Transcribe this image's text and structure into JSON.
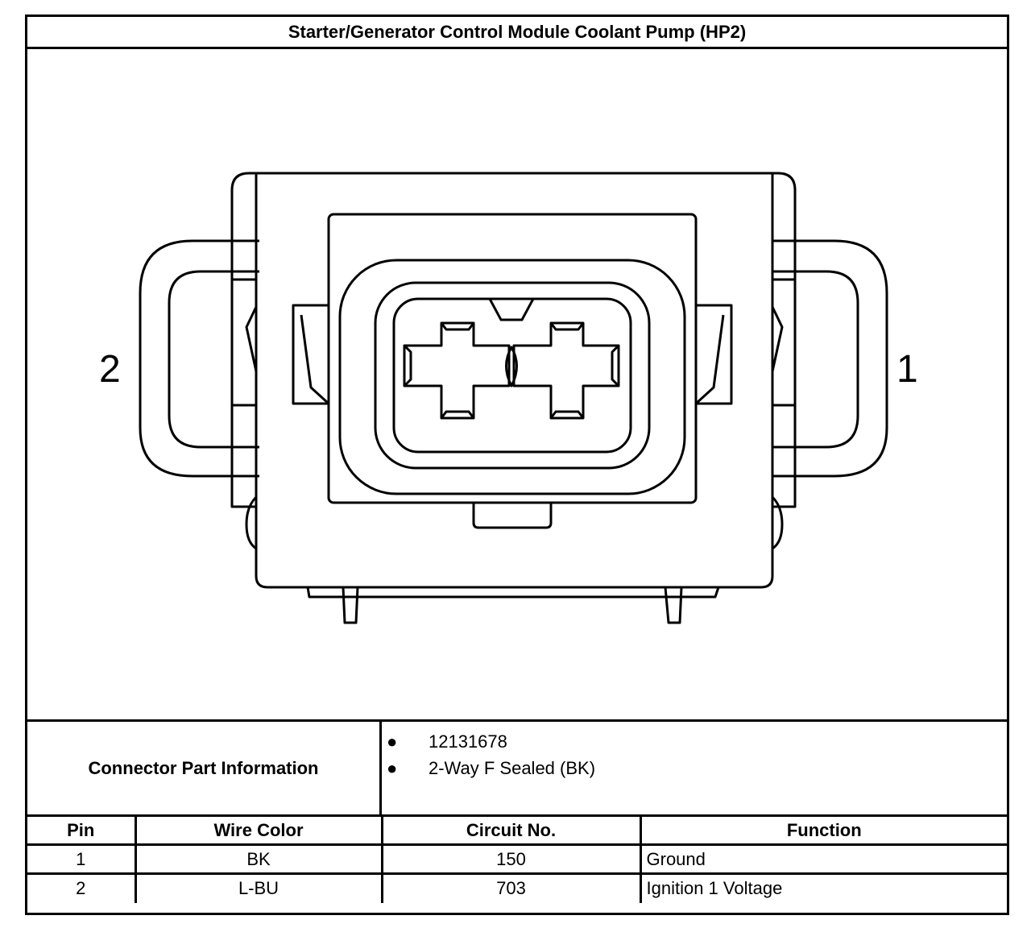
{
  "title": "Starter/Generator Control Module Coolant Pump (HP2)",
  "connector": {
    "pin_labels": {
      "left": "2",
      "right": "1"
    }
  },
  "part_info": {
    "label": "Connector Part Information",
    "items": [
      "12131678",
      "2-Way F Sealed (BK)"
    ]
  },
  "pin_table": {
    "headers": [
      "Pin",
      "Wire Color",
      "Circuit No.",
      "Function"
    ],
    "rows": [
      [
        "1",
        "BK",
        "150",
        "Ground"
      ],
      [
        "2",
        "L-BU",
        "703",
        "Ignition 1 Voltage"
      ]
    ]
  }
}
